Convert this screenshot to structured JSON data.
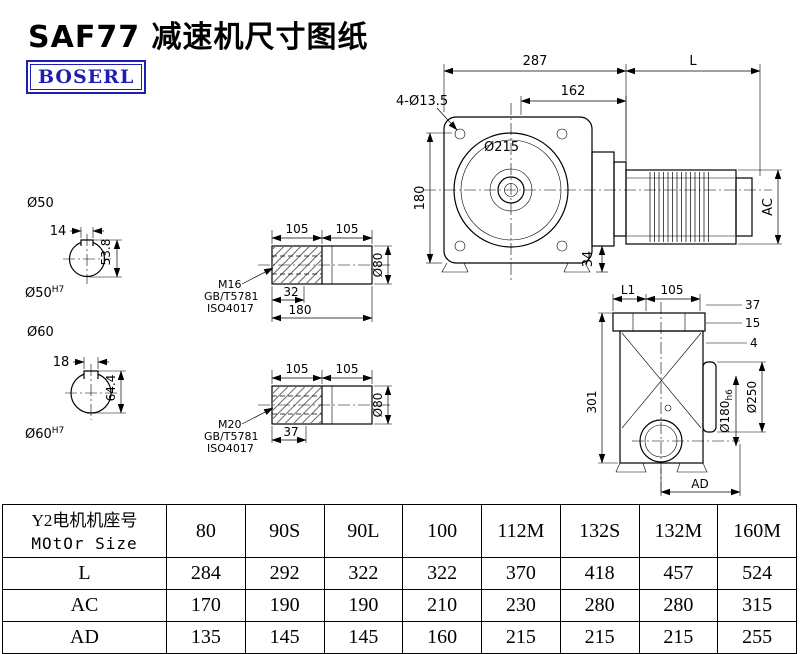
{
  "page": {
    "title": "SAF77 减速机尺寸图纸",
    "brand": "BOSERL",
    "colors": {
      "brand_blue": "#1e1eb4",
      "ink": "#000000",
      "paper": "#ffffff"
    }
  },
  "front_view": {
    "dim_top_width": "287",
    "dim_motor_length": "L",
    "dim_flange_offset": "162",
    "dim_bolt_holes": "4-Ø13.5",
    "dim_flange_dia": "Ø215",
    "dim_center_height": "180",
    "dim_foot": "34",
    "dim_motor_dia": "AC"
  },
  "shaft_section_50": {
    "dia_label": "Ø50",
    "dia_tol_base": "Ø50",
    "dia_tol_sup": "H7",
    "key_width": "14",
    "key_height": "53.8"
  },
  "shaft_section_60": {
    "dia_label": "Ø60",
    "dia_tol_base": "Ø60",
    "dia_tol_sup": "H7",
    "key_width": "18",
    "key_height": "64.4"
  },
  "output_shaft_m16": {
    "dim_105_left": "105",
    "dim_105_right": "105",
    "thread": "M16",
    "standard_gb": "GB/T5781",
    "standard_iso": "ISO4017",
    "dim_thread_len": "32",
    "dim_total_len": "180",
    "dim_dia": "Ø80"
  },
  "output_shaft_m20": {
    "dim_105_left": "105",
    "dim_105_right": "105",
    "thread": "M20",
    "standard_gb": "GB/T5781",
    "standard_iso": "ISO4017",
    "dim_thread_len": "37",
    "dim_dia": "Ø80"
  },
  "side_view": {
    "dim_l1": "L1",
    "dim_105": "105",
    "dim_37": "37",
    "dim_15": "15",
    "dim_4": "4",
    "dim_height": "301",
    "dim_hub_base": "Ø180",
    "dim_hub_sub": "h6",
    "dim_flange": "Ø250",
    "dim_ad": "AD"
  },
  "size_table": {
    "header_cn": "Y2电机机座号",
    "header_en": "MOtOr Size",
    "columns": [
      "80",
      "90S",
      "90L",
      "100",
      "112M",
      "132S",
      "132M",
      "160M"
    ],
    "rows": [
      {
        "label": "L",
        "values": [
          "284",
          "292",
          "322",
          "322",
          "370",
          "418",
          "457",
          "524"
        ]
      },
      {
        "label": "AC",
        "values": [
          "170",
          "190",
          "190",
          "210",
          "230",
          "280",
          "280",
          "315"
        ]
      },
      {
        "label": "AD",
        "values": [
          "135",
          "145",
          "145",
          "160",
          "215",
          "215",
          "215",
          "255"
        ]
      }
    ]
  }
}
